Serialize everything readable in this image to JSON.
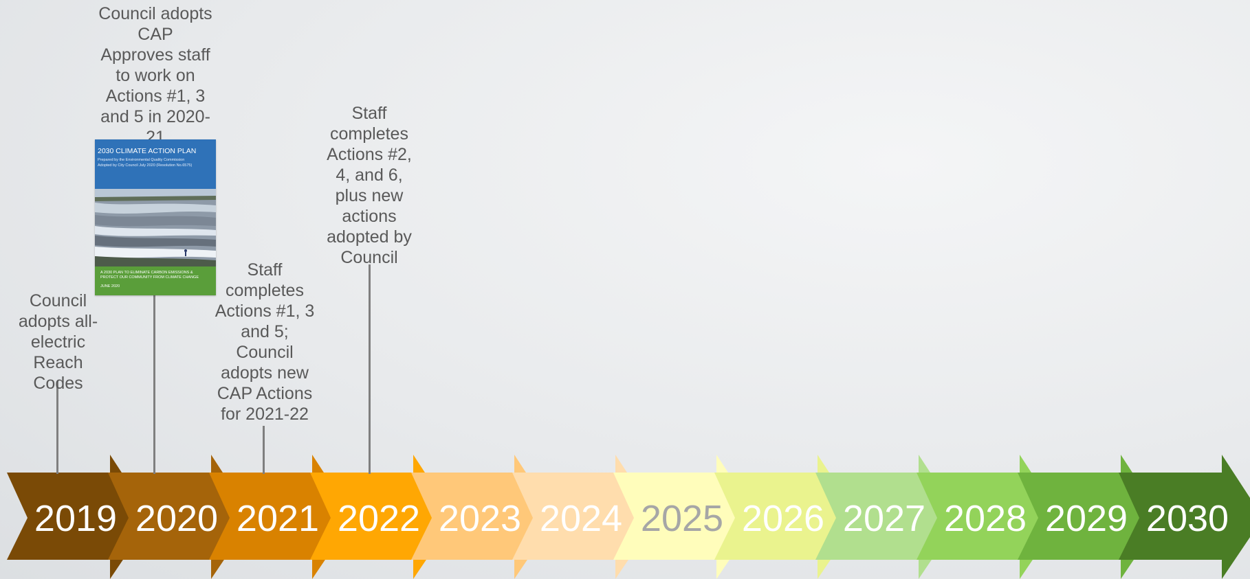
{
  "timeline": {
    "years": [
      {
        "label": "2019",
        "fill": "#7a4a06",
        "text_color": "#ffffff"
      },
      {
        "label": "2020",
        "fill": "#a5640a",
        "text_color": "#ffffff"
      },
      {
        "label": "2021",
        "fill": "#d98200",
        "text_color": "#ffffff"
      },
      {
        "label": "2022",
        "fill": "#ffa703",
        "text_color": "#ffffff"
      },
      {
        "label": "2023",
        "fill": "#ffc879",
        "text_color": "#ffffff"
      },
      {
        "label": "2024",
        "fill": "#ffddad",
        "text_color": "#ffffff"
      },
      {
        "label": "2025",
        "fill": "#fffdbb",
        "text_color": "#a6a6a6"
      },
      {
        "label": "2026",
        "fill": "#eaf38e",
        "text_color": "#ffffff"
      },
      {
        "label": "2027",
        "fill": "#b1df8e",
        "text_color": "#ffffff"
      },
      {
        "label": "2028",
        "fill": "#93d35a",
        "text_color": "#ffffff"
      },
      {
        "label": "2029",
        "fill": "#6fb33e",
        "text_color": "#ffffff"
      },
      {
        "label": "2030",
        "fill": "#4a7d25",
        "text_color": "#ffffff"
      }
    ]
  },
  "annotations": {
    "y2019": [
      "Council",
      "adopts all-",
      "electric",
      "Reach",
      "Codes"
    ],
    "y2020": [
      "Council adopts",
      "CAP",
      "Approves staff",
      "to work on",
      "Actions #1, 3",
      "and 5 in 2020-",
      "21"
    ],
    "y2021": [
      "Staff",
      "completes",
      "Actions #1, 3",
      "and 5;",
      "Council",
      "adopts new",
      "CAP Actions",
      "for 2021-22"
    ],
    "y2022": [
      "Staff",
      "completes",
      "Actions #2,",
      "4, and 6,",
      "plus new",
      "actions",
      "adopted by",
      "Council"
    ]
  },
  "cap_cover": {
    "title": "2030 CLIMATE ACTION PLAN",
    "prepared_by": "Prepared by the Environmental Quality Commission",
    "adopted_by": "Adopted by City Council July 2020 (Resolution No.6575)",
    "tagline_1": "A 2030 PLAN TO ELIMINATE CARBON EMISSIONS &",
    "tagline_2": "PROTECT OUR COMMUNITY FROM CLIMATE CHANGE",
    "date": "JUNE 2020",
    "colors": {
      "header": "#2f72b8",
      "footer": "#5a9e3a"
    }
  }
}
